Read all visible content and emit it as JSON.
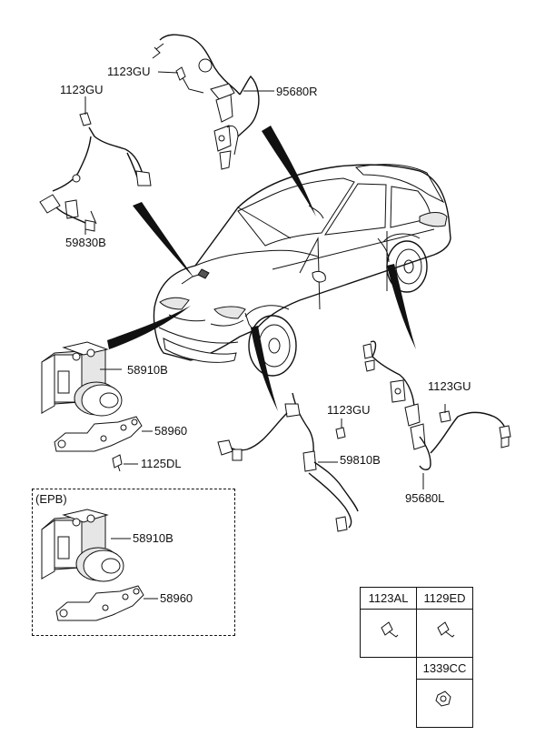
{
  "callouts": {
    "top_bolt": "1123GU",
    "top_left_bolt": "1123GU",
    "rear_sensor_right": "95680R",
    "front_sensor_left": "59830B",
    "hecu_main": "58910B",
    "bracket_main": "58960",
    "bracket_bolt": "1125DL",
    "front_right_bolt": "1123GU",
    "front_sensor_right": "59810B",
    "rear_right_bolt": "1123GU",
    "rear_sensor_left": "95680L"
  },
  "epb": {
    "title": "(EPB)",
    "hecu": "58910B",
    "bracket": "58960"
  },
  "fasteners": {
    "h1": "1123AL",
    "h2": "1129ED",
    "h3": "1339CC"
  }
}
